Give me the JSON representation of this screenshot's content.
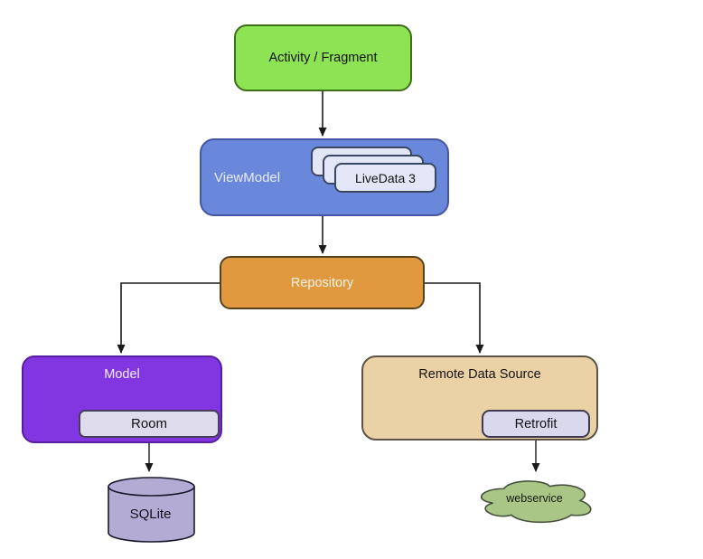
{
  "diagram": {
    "title": "Android app architecture diagram",
    "nodes": {
      "activity": {
        "label": "Activity / Fragment"
      },
      "viewmodel": {
        "label": "ViewModel"
      },
      "livedata": {
        "label": "LiveData 3",
        "stack_count": 3
      },
      "repository": {
        "label": "Repository"
      },
      "model": {
        "label": "Model"
      },
      "room": {
        "label": "Room"
      },
      "sqlite": {
        "label": "SQLite"
      },
      "remote": {
        "label": "Remote Data Source"
      },
      "retrofit": {
        "label": "Retrofit"
      },
      "webservice": {
        "label": "webservice"
      }
    },
    "edges": [
      {
        "from": "activity",
        "to": "viewmodel"
      },
      {
        "from": "viewmodel",
        "to": "repository"
      },
      {
        "from": "repository",
        "to": "model"
      },
      {
        "from": "repository",
        "to": "remote"
      },
      {
        "from": "room",
        "to": "sqlite"
      },
      {
        "from": "retrofit",
        "to": "webservice"
      }
    ],
    "colors": {
      "activity_fill": "#8EE355",
      "activity_border": "#3E6E1A",
      "viewmodel_fill": "#6A88DB",
      "viewmodel_border": "#44589E",
      "livedata_fill": "#E3E6F6",
      "livedata_border": "#3A4763",
      "repository_fill": "#E1993F",
      "repository_border": "#55431F",
      "model_fill": "#8136E1",
      "model_border": "#571FA0",
      "room_fill": "#DEDCEB",
      "room_border": "#45405A",
      "remote_fill": "#EBD1A6",
      "remote_border": "#5D5243",
      "retrofit_fill": "#D9D8EC",
      "retrofit_border": "#3E3950",
      "sqlite_fill": "#B3ABD3",
      "sqlite_border": "#1A1A2E",
      "cloud_fill": "#A9C687",
      "cloud_border": "#46503C",
      "edge": "#1A1A1A"
    }
  }
}
